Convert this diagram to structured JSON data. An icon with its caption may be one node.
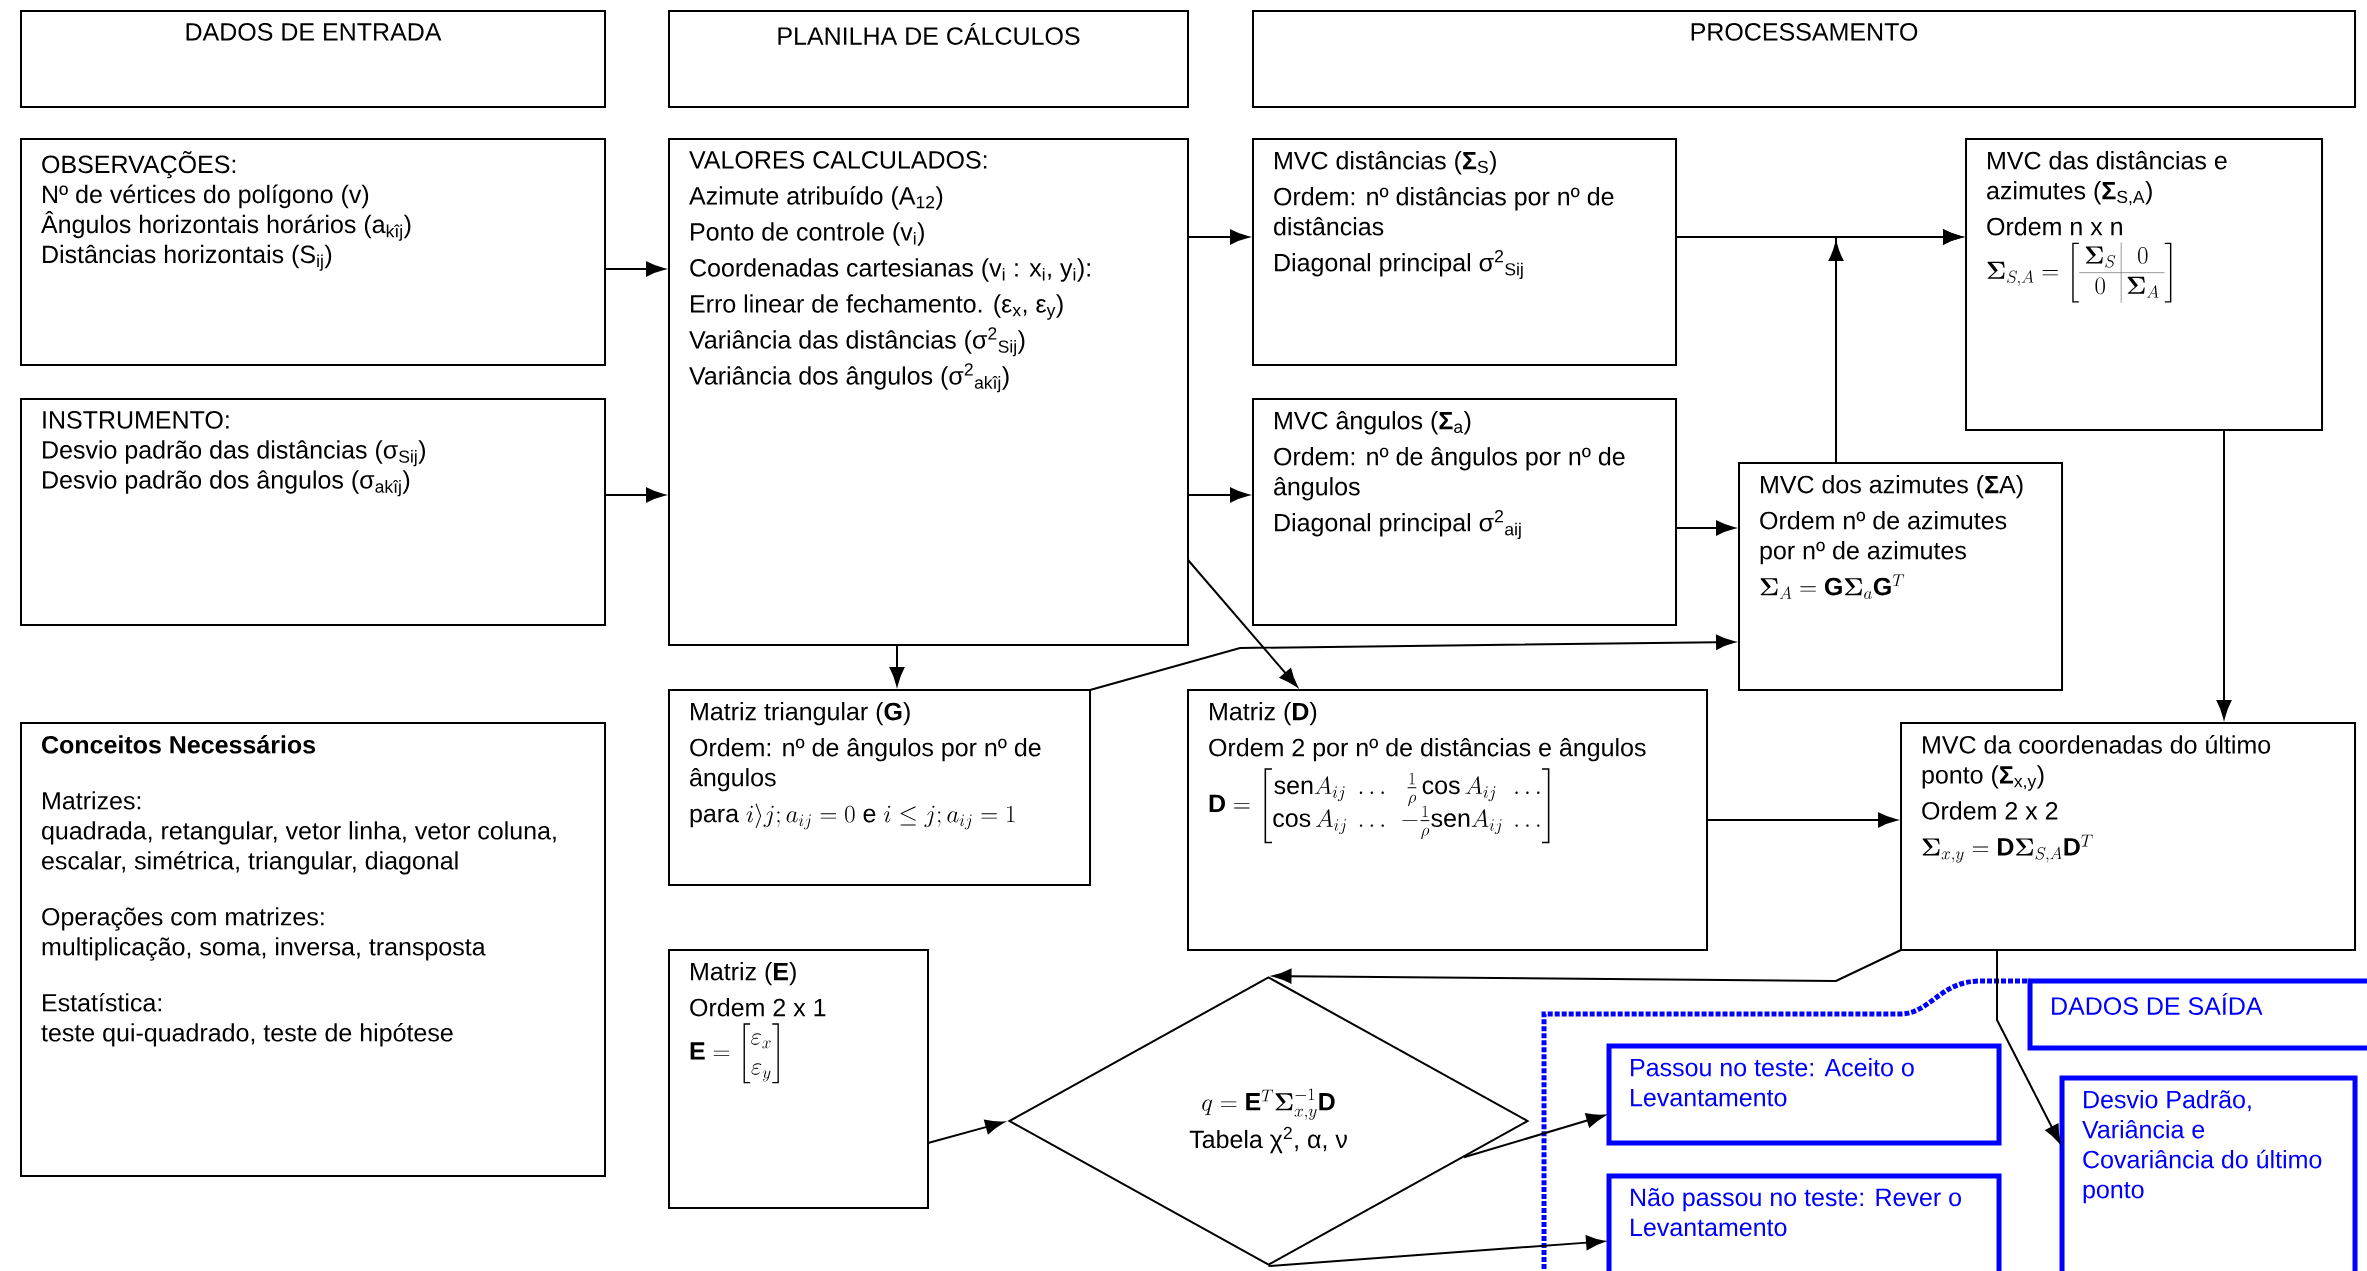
{
  "diagram": {
    "nodes": [
      {
        "text": [
          "DADOS DE ENTRADA"
        ]
      },
      {
        "text": [
          "PLANILHA DE CÁLCULOS"
        ]
      },
      {
        "text": [
          "PROCESSAMENTO"
        ]
      },
      {
        "text": [
          "OBSERVAÇÕES:",
          "Nº de vértices do polígono (v)",
          "Ângulos horizontais horários (a$_{kîj}$)",
          "Distâncias horizontais (S$_{ij}$)"
        ]
      },
      {
        "text": [
          "INSTRUMENTO:",
          "Desvio padrão das distâncias (σ$_{Sij}$)",
          "Desvio padrão dos ângulos (σ$_{akîj}$)"
        ]
      },
      {
        "text": [
          "VALORES CALCULADOS:",
          "Azimute atribuído (A$_{12}$)",
          "Ponto de controle (v$_{i}$)",
          "Coordenadas cartesianas (v$_{i}$ : x$_{i}$, y$_{i}$):",
          "Erro linear de fechamento. (ε$_{x}$, ε$_{y}$)",
          "Variância das distâncias (σ$^{2}$$_{Sij}$)",
          "Variância dos ângulos (σ$^{2}$$_{akîj}$)"
        ]
      },
      {
        "text": [
          "MVC distâncias (**Σ**$_{S}$)",
          "Ordem: nº distâncias por nº de distâncias",
          "Diagonal principal σ$^{2}$$_{Sij}$"
        ]
      },
      {
        "text": [
          "MVC ângulos (**Σ**$_{a}$)",
          "Ordem: nº de ângulos por nº de ângulos",
          "Diagonal principal σ$^{2}$$_{aij}$"
        ]
      },
      {
        "text": [
          "MVC dos azimutes (**Σ**A)",
          "Ordem nº de azimutes por nº de azimutes",
          "\\boldsymbol{\\Sigma}_{A} = \\mathbf{G}\\boldsymbol{\\Sigma}_{a}\\mathbf{G}^{T}"
        ]
      },
      {
        "text": [
          "MVC das distâncias e azimutes (**Σ**$_{S,A}$)",
          "Ordem n x n",
          "\\boldsymbol{\\Sigma}_{S,A} = \\left[\\begin{array}{c|c}\\boldsymbol{\\Sigma}_{S} & 0\\\\ \\hline 0 & \\boldsymbol{\\Sigma}_{A}\\end{array}\\right]"
        ]
      },
      {
        "text": [
          "Conceitos Necessários",
          "Matrizes:",
          "quadrada, retangular, vetor linha, vetor coluna, escalar, simétrica, triangular, diagonal",
          "Operações com matrizes:",
          "multiplicação, soma, inversa, transposta",
          "Estatística:",
          "teste qui-quadrado, teste de hipótese"
        ]
      },
      {
        "text": [
          "Matriz triangular (**G**)",
          "Ordem: nº de ângulos por nº de ângulos",
          "\\text{para } i \\rangle j; a_{ij}=0 \\text{ e } i \\le j; a_{ij}=1"
        ]
      },
      {
        "text": [
          "Matriz (**D**)",
          "Ordem 2 por nº de distâncias e ângulos",
          "\\mathbf{D}=\\begin{bmatrix}\\mathrm{sen}A_{ij} & \\dots & \\frac{1}{\\rho}\\cos A_{ij} & \\dots\\\\ \\cos A_{ij} & \\dots & -\\frac{1}{\\rho}\\mathrm{sen}A_{ij} & \\dots\\end{bmatrix}"
        ]
      },
      {
        "text": [
          "MVC da coordenadas do último ponto (**Σ**$_{x,y}$)",
          "Ordem 2 x 2",
          "\\boldsymbol{\\Sigma}_{x,y} = \\mathbf{D}\\boldsymbol{\\Sigma}_{S,A}\\mathbf{D}^{T}"
        ]
      },
      {
        "text": [
          "Matriz (**E**)",
          "Ordem 2 x 1",
          "\\mathbf{E} = \\begin{bmatrix}\\varepsilon_{x}\\\\ \\varepsilon_{y}\\end{bmatrix}"
        ]
      },
      {
        "text": [
          "q = \\mathbf{E}^{T}\\boldsymbol{\\Sigma}_{x,y}^{-1}\\mathbf{D}",
          "Tabela χ$^{2}$, α, ν"
        ]
      },
      {
        "text": [
          "DADOS DE SAÍDA"
        ]
      },
      {
        "text": [
          "Passou no teste: Aceito o Levantamento"
        ]
      },
      {
        "text": [
          "Não passou no teste: Rever o Levantamento"
        ]
      },
      {
        "text": [
          "Desvio Padrão, Variância e Covariância do último ponto"
        ]
      }
    ],
    "edges": [
      {
        "from": 3,
        "to": 5,
        "arrow": "to"
      },
      {
        "from": 4,
        "to": 5,
        "arrow": "to"
      },
      {
        "from": 5,
        "to": 6,
        "arrow": "to"
      },
      {
        "from": 5,
        "to": 7,
        "arrow": "to"
      },
      {
        "from": 5,
        "to": 11,
        "arrow": "to"
      },
      {
        "from": 5,
        "to": 12,
        "arrow": "to"
      },
      {
        "from": 11,
        "to": 8,
        "arrow": "to"
      },
      {
        "from": 7,
        "to": 8,
        "arrow": "to"
      },
      {
        "from": 8,
        "to": 9,
        "arrow": "to"
      },
      {
        "from": 6,
        "to": 9,
        "arrow": "to"
      },
      {
        "from": 9,
        "to": 13,
        "arrow": "to"
      },
      {
        "from": 12,
        "to": 13,
        "arrow": "to"
      },
      {
        "from": 13,
        "to": 15,
        "arrow": "to"
      },
      {
        "from": 14,
        "to": 15,
        "arrow": "to"
      },
      {
        "from": 15,
        "to": 17,
        "arrow": "to"
      },
      {
        "from": 15,
        "to": 18,
        "arrow": "to"
      },
      {
        "from": 13,
        "to": 19,
        "arrow": "to"
      }
    ]
  }
}
